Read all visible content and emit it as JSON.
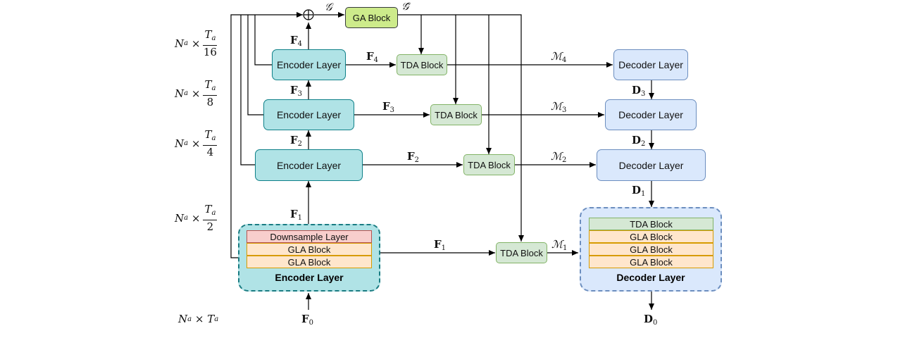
{
  "blocks": {
    "ga": "GA Block",
    "tda": "TDA Block",
    "encoder_layer": "Encoder Layer",
    "decoder_layer": "Decoder Layer",
    "downsample": "Downsample Layer",
    "gla": "GLA Block"
  },
  "symbols": {
    "G": "𝒢",
    "Gbar": "𝒢̄",
    "M": "ℳ",
    "F": "F",
    "D": "D"
  },
  "scales": {
    "Na": "N",
    "a_sub": "a",
    "times": "×",
    "Ta": "T",
    "d16": "16",
    "d8": "8",
    "d4": "4",
    "d2": "2"
  },
  "indices": {
    "i0": "0",
    "i1": "1",
    "i2": "2",
    "i3": "3",
    "i4": "4"
  },
  "colors": {
    "encoder": "#b0e3e6",
    "decoder": "#dae8fc",
    "tda": "#d5e8d4",
    "ga": "#cdeb8b",
    "gla": "#ffe6cc",
    "downsample": "#f8cecc"
  }
}
